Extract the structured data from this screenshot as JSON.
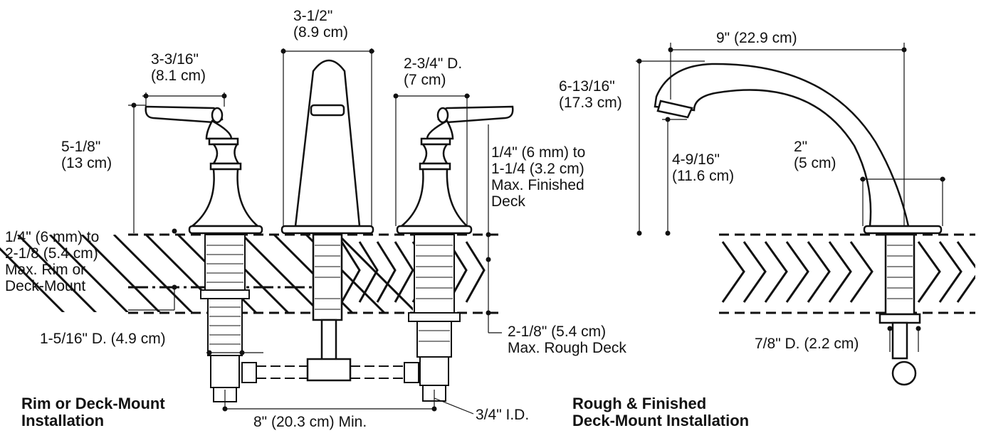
{
  "left": {
    "handle_width": {
      "line1": "3-3/16\"",
      "line2": "(8.1 cm)"
    },
    "handle_height": {
      "line1": "5-1/8\"",
      "line2": "(13 cm)"
    },
    "spout_width": {
      "line1": "3-1/2\"",
      "line2": "(8.9 cm)"
    },
    "escutcheon_diameter": {
      "line1": "2-3/4\" D.",
      "line2": "(7 cm)"
    },
    "finished_deck": {
      "line1": "1/4\" (6 mm) to",
      "line2": "1-1/4 (3.2 cm)",
      "line3": "Max. Finished",
      "line4": "Deck"
    },
    "rim_mount": {
      "line1": "1/4\" (6 mm) to",
      "line2": "2-1/8 (5.4 cm)",
      "line3": "Max. Rim or",
      "line4": "Deck-Mount"
    },
    "shank_diameter": "1-5/16\" D. (4.9 cm)",
    "rough_deck": {
      "line1": "2-1/8\" (5.4 cm)",
      "line2": "Max. Rough Deck"
    },
    "inner_diameter": "3/4\" I.D.",
    "spacing": "8\" (20.3 cm) Min.",
    "caption": {
      "line1": "Rim or Deck-Mount",
      "line2": "Installation"
    }
  },
  "right": {
    "spout_reach": "9\" (22.9 cm)",
    "spout_height": {
      "line1": "6-13/16\"",
      "line2": "(17.3 cm)"
    },
    "outlet_height": {
      "line1": "4-9/16\"",
      "line2": "(11.6 cm)"
    },
    "base_width": {
      "line1": "2\"",
      "line2": "(5 cm)"
    },
    "shank_diameter": "7/8\" D. (2.2 cm)",
    "caption": {
      "line1": "Rough & Finished",
      "line2": "Deck-Mount Installation"
    }
  }
}
